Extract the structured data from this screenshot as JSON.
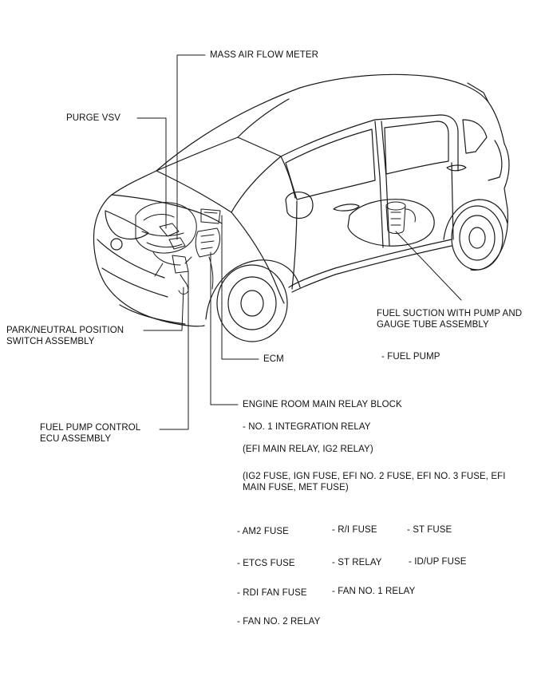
{
  "labels": {
    "mass_air_flow_meter": "MASS AIR FLOW METER",
    "purge_vsv": "PURGE VSV",
    "park_neutral_line1": "PARK/NEUTRAL POSITION",
    "park_neutral_line2": "SWITCH ASSEMBLY",
    "ecm": "ECM",
    "engine_room_relay_block": "ENGINE ROOM MAIN RELAY BLOCK",
    "fuel_pump_ecu_line1": "FUEL PUMP CONTROL",
    "fuel_pump_ecu_line2": "ECU ASSEMBLY",
    "fuel_suction_line1": "FUEL SUCTION WITH PUMP AND",
    "fuel_suction_line2": "GAUGE TUBE ASSEMBLY",
    "fuel_pump": "- FUEL PUMP"
  },
  "relay_block_items": {
    "integration_relay": "- NO. 1 INTEGRATION RELAY",
    "integration_relay_detail": "(EFI MAIN RELAY, IG2 RELAY)",
    "integration_fuse_line1": "(IG2 FUSE, IGN FUSE, EFI NO. 2 FUSE, EFI NO. 3 FUSE, EFI",
    "integration_fuse_line2": "MAIN FUSE, MET FUSE)",
    "am2_fuse": "- AM2 FUSE",
    "ri_fuse": "- R/I FUSE",
    "st_fuse": "- ST FUSE",
    "etcs_fuse": "- ETCS FUSE",
    "st_relay": "- ST RELAY",
    "idup_fuse": "- ID/UP FUSE",
    "rdi_fan_fuse": "- RDI FAN FUSE",
    "fan_no1_relay": "- FAN NO. 1 RELAY",
    "fan_no2_relay": "- FAN NO. 2 RELAY"
  },
  "colors": {
    "line": "#1a1a1a",
    "background": "#ffffff"
  }
}
